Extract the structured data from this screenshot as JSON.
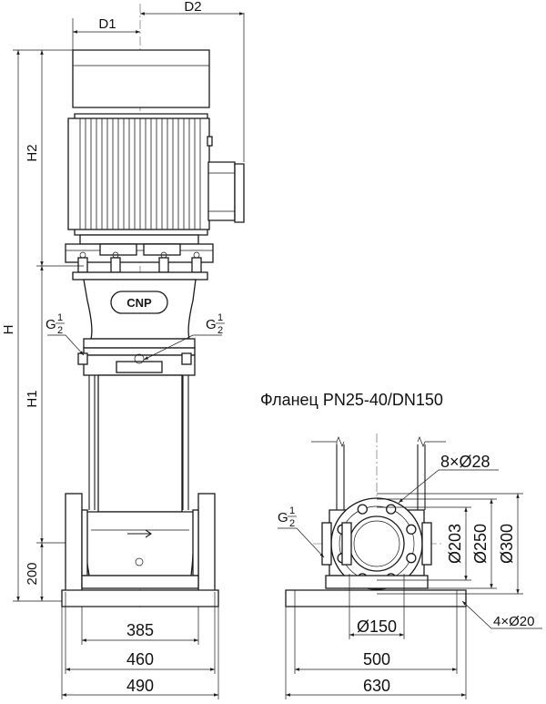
{
  "dimensions": {
    "d1": "D1",
    "d2": "D2",
    "h": "H",
    "h1": "H1",
    "h2": "H2",
    "h_base": "200",
    "w_385": "385",
    "w_460": "460",
    "w_490": "490",
    "w_500": "500",
    "w_630": "630",
    "dia_150": "Ø150",
    "dia_203": "Ø203",
    "dia_250": "Ø250",
    "dia_300": "Ø300",
    "holes_flange": "8×Ø28",
    "holes_base": "4×Ø20"
  },
  "ports": {
    "g_letter": "G",
    "g_num": "1",
    "g_den": "2"
  },
  "flange_title": "Фланец PN25-40/DN150",
  "logo_text": "CNP"
}
